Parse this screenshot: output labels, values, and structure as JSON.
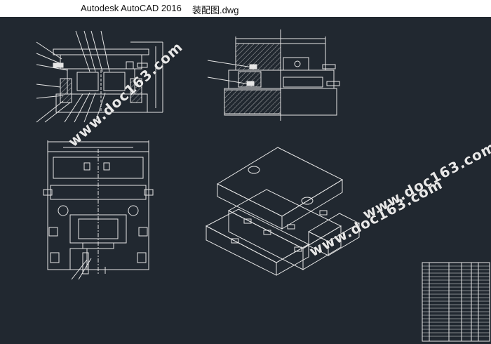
{
  "window": {
    "app_title": "Autodesk AutoCAD 2016",
    "file_name": "装配图.dwg"
  },
  "drawing": {
    "watermark": "www.doc163.com"
  },
  "colors": {
    "canvas_bg": "#212830",
    "line": "#e6e6e6",
    "hatch": "#cfcfcf"
  }
}
